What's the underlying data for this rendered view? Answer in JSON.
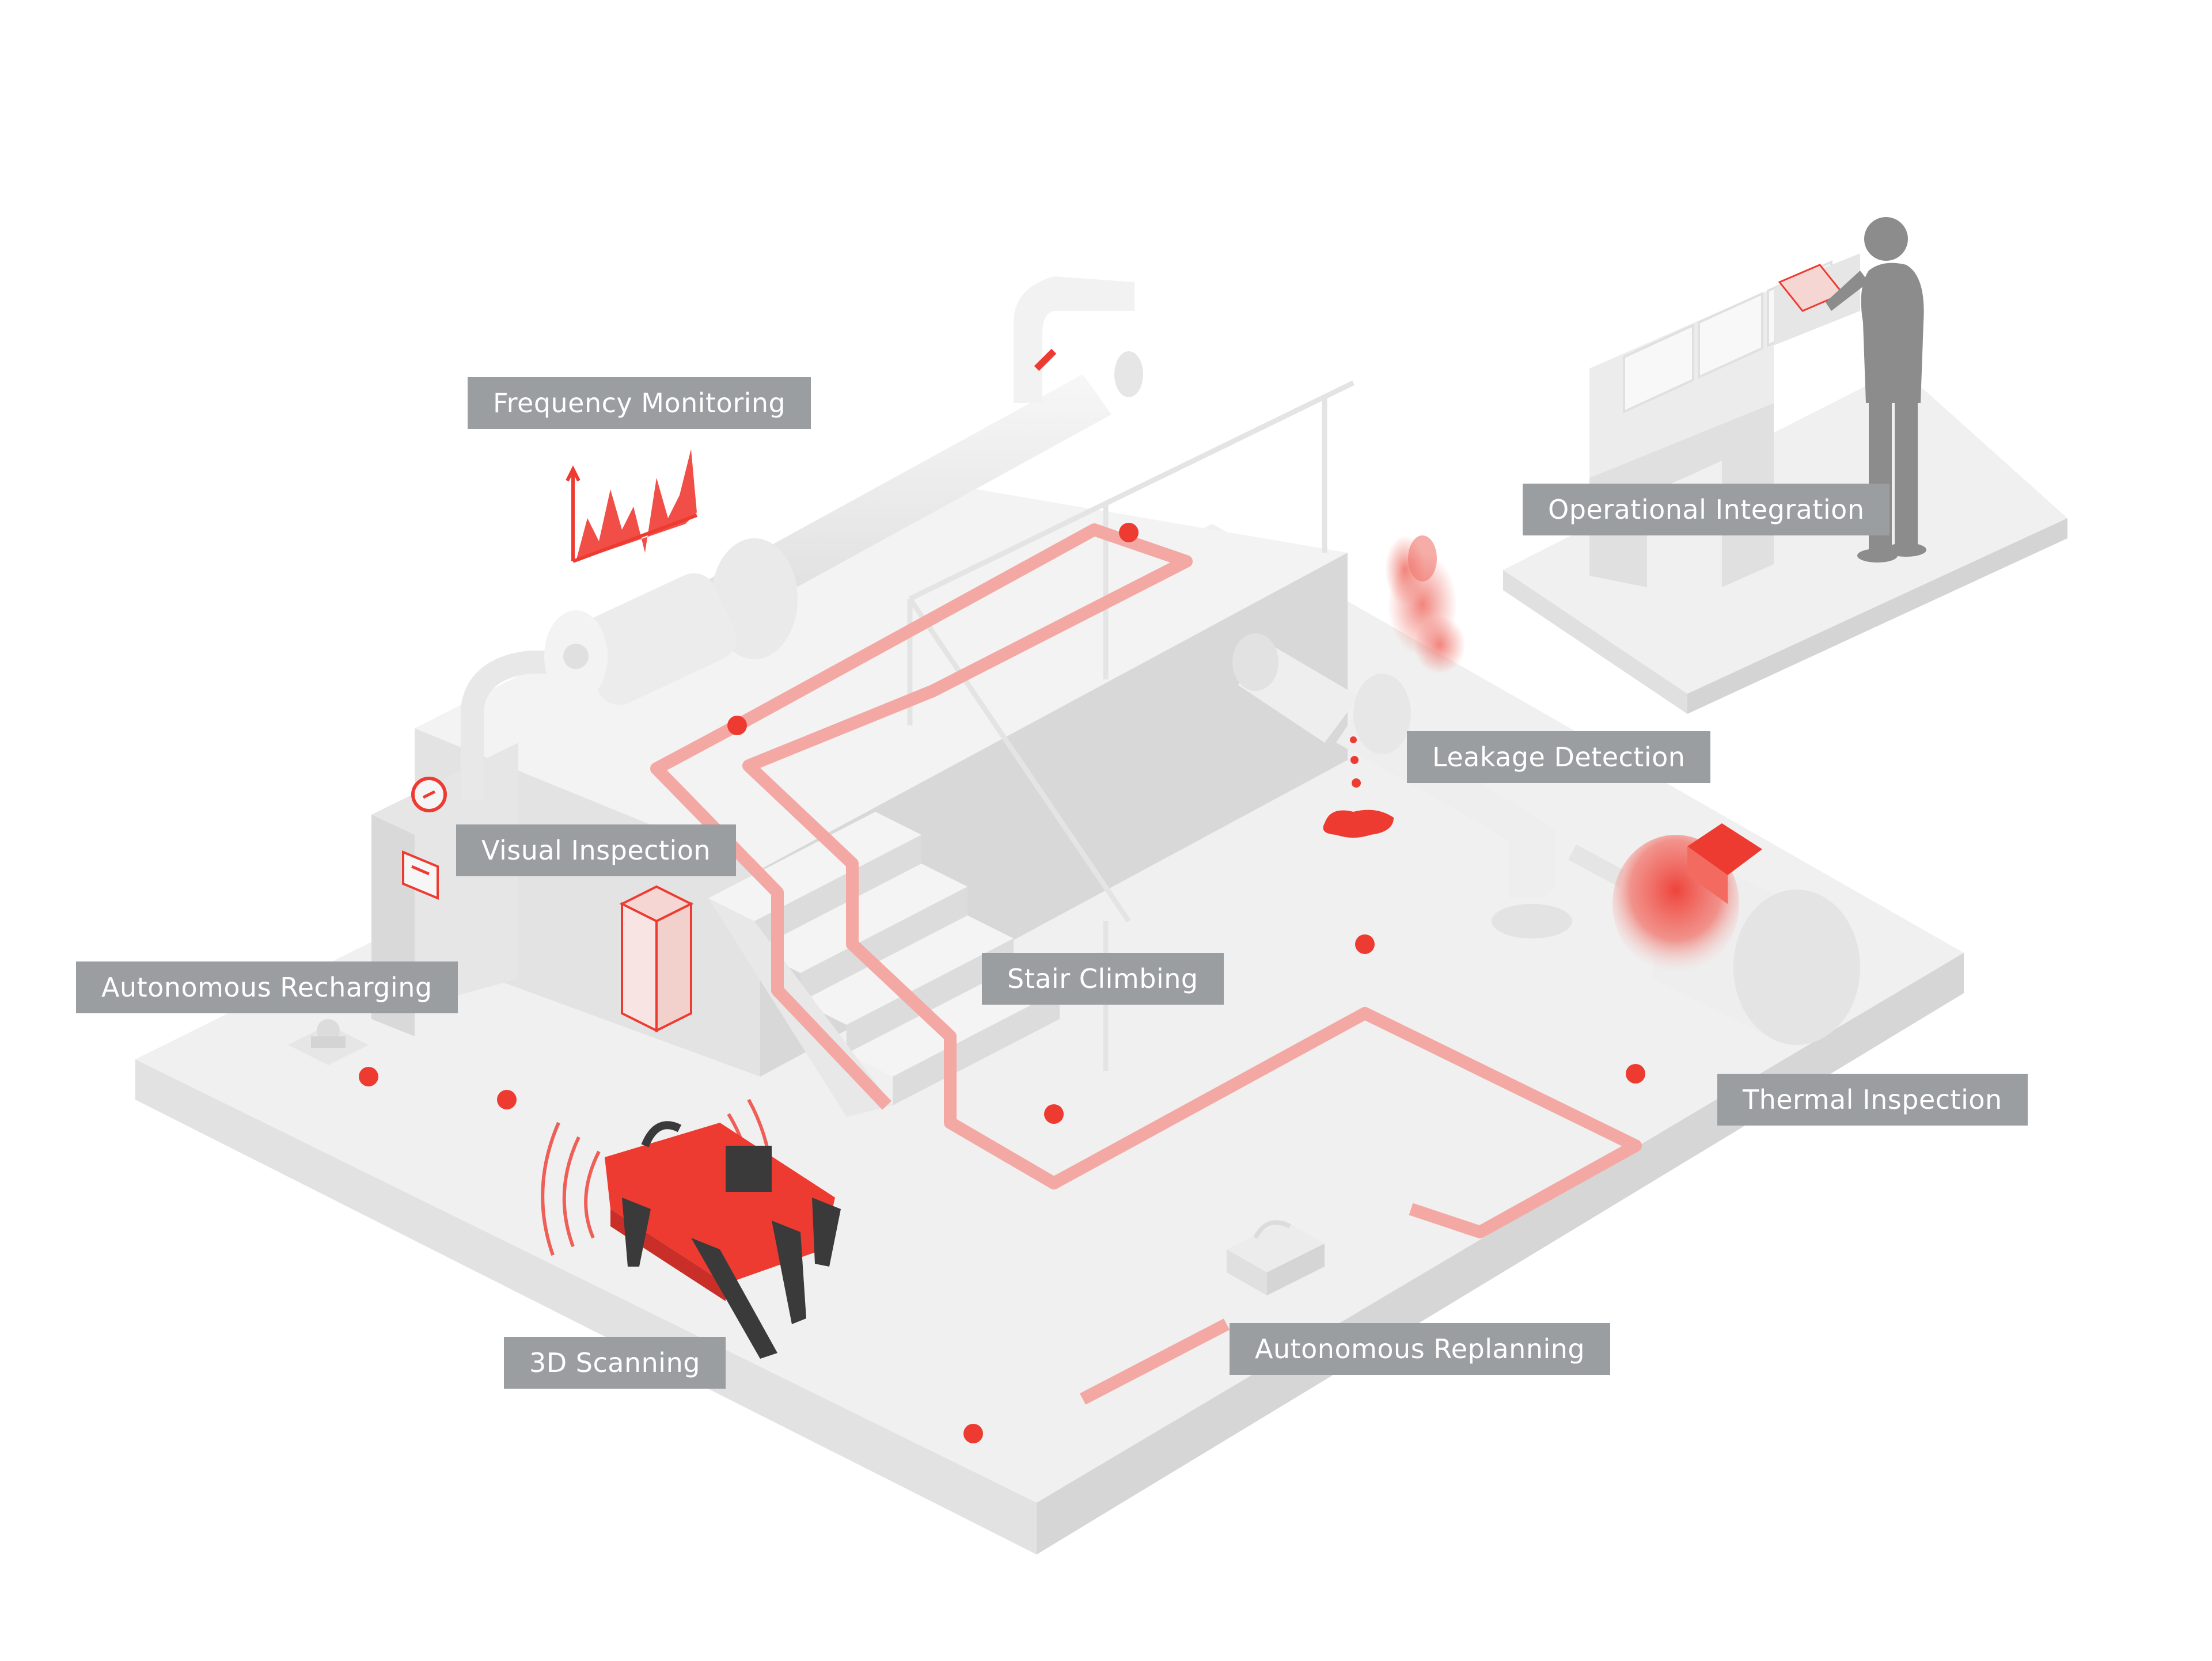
{
  "labels": {
    "frequency_monitoring": "Frequency Monitoring",
    "operational_integration": "Operational Integration",
    "leakage_detection": "Leakage Detection",
    "visual_inspection": "Visual Inspection",
    "autonomous_recharging": "Autonomous Recharging",
    "stair_climbing": "Stair Climbing",
    "thermal_inspection": "Thermal Inspection",
    "scanning_3d": "3D Scanning",
    "autonomous_replanning": "Autonomous Replanning"
  },
  "colors": {
    "label_bg": "#9b9ea1",
    "label_text": "#ffffff",
    "accent": "#ee3b32",
    "path": "#f4a8a3",
    "floor_top": "#f0f0f0",
    "floor_left": "#e2e2e2",
    "floor_right": "#d6d6d6",
    "person": "#8c8c8c"
  },
  "icons": [
    "robot-icon",
    "person-icon",
    "frequency-chart-icon",
    "docking-station-icon",
    "toolbox-icon",
    "leak-puddle-icon",
    "steam-icon",
    "motor-icon",
    "pipe-icon",
    "thermal-tank-icon",
    "control-panel-icon"
  ]
}
